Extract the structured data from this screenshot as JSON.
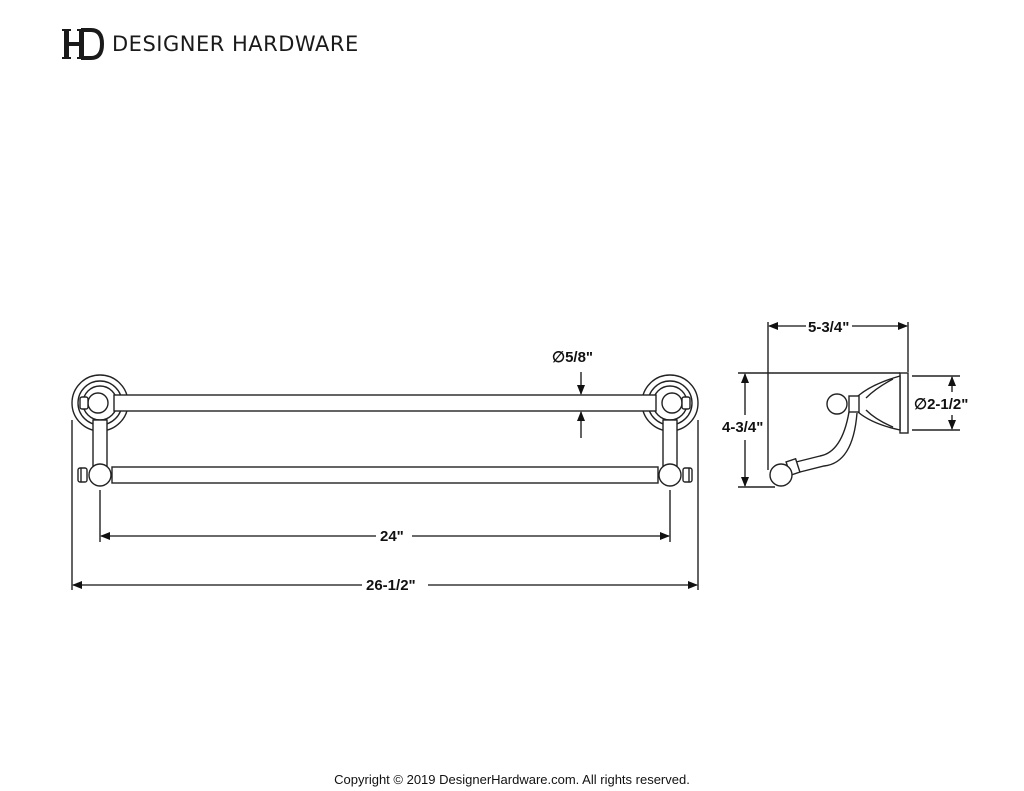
{
  "header": {
    "brand_name": "DESIGNER HARDWARE",
    "logo_icon": "dh-monogram-icon"
  },
  "dimensions": {
    "bar_diameter": "∅5/8\"",
    "inner_length": "24\"",
    "overall_length": "26-1/2\"",
    "projection": "5-3/4\"",
    "height": "4-3/4\"",
    "flange_diameter": "∅2-1/2\""
  },
  "footer": {
    "copyright": "Copyright © 2019 DesignerHardware.com. All rights reserved."
  }
}
